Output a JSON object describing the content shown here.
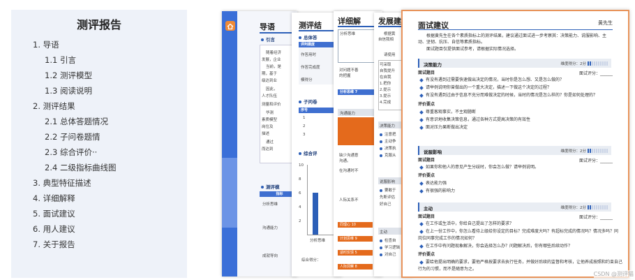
{
  "toc": {
    "title": "测评报告",
    "items": [
      "1.  导语",
      "1.1 引言",
      "1.2 测评模型",
      "1.3 阅读说明",
      "2.  测评结果",
      "2.1  总体答题情况",
      "2.2  子问卷题情",
      "2.3    综合评价··",
      "2.4    二级指标曲线图",
      "3.  典型特征描述",
      "4.  详细解释",
      "5.  面试建议",
      "6.  用人建议",
      "7.  关于报告"
    ]
  },
  "thumbs": {
    "p1": {
      "heading": "导语",
      "sub1": "引言",
      "lines": [
        "随着经济",
        "发展，企业",
        "当前，是",
        "期，基于",
        "级达到业",
        "因此，",
        "人才队伍",
        "测量和评价",
        "华测",
        "素质模型",
        "岗位及",
        "描述",
        "通过",
        "而达到"
      ],
      "sub2": "测评模",
      "th": "指标",
      "rows": [
        "分析思维",
        "沟通能力",
        "成就导向"
      ]
    },
    "p2": {
      "heading": "测评结",
      "sub1": "总体答",
      "band": "评判模度",
      "rows": [
        "作答用时",
        "作答完成度",
        "模得分"
      ],
      "sub2": "子问卷",
      "th": "序号",
      "nums": [
        "1",
        "2",
        "3"
      ],
      "sub3": "综合评",
      "axis": [
        "10",
        "8",
        "6",
        "4",
        "2"
      ],
      "xlabel": "分析思维",
      "score": "综合得分："
    },
    "p3": {
      "heading": "详细解",
      "hdr": "分析思维",
      "t1": "沟通能力",
      "labels": [
        "分析思维 7",
        "同理心 10",
        "计划思维 9",
        "适时反馈 5",
        "人际洞察 8"
      ],
      "notes": [
        "对问题不善",
        "的把握",
        "缺少沟通意",
        "沟通。",
        "在沟通时不",
        "人际关系不"
      ]
    },
    "p4": {
      "heading": "发展建",
      "lines": [
        "根据黄",
        "自信我相",
        "请使用"
      ],
      "items": [
        "可采取",
        "自我提升",
        "在自我",
        "1.把你",
        "2.提示",
        "3.提示",
        "4.完成"
      ],
      "sub1": "决策能力",
      "bul": [
        "注意把",
        "主动争",
        "决策执",
        "克服从"
      ],
      "sub2": "说服影响",
      "bul2": [
        "要敢于",
        "先断评估",
        "好自己"
      ],
      "sub3": "主动",
      "bul3": [
        "检查自",
        "学习逻辑",
        "对自己"
      ]
    }
  },
  "front": {
    "title": "面试建议",
    "owner": "黄先生",
    "intro": [
      "根据黄先生在各个素质指标上的测评结果，建议通过面试进一步考察其：决策能力、说服影响、主",
      "动、坚韧、抗压、自信等素质指标。",
      "面试题目仅提供面试参考，请根据实际情况选择。"
    ],
    "score_label": "维度得分：2分",
    "rating_label": "面试评分：______",
    "q_label": "面试题目",
    "eval_label": "评价要点",
    "sections": [
      {
        "name": "决策能力",
        "questions": [
          "有没有遇到过需要快速做出决定的情况，当时你是怎么想、又是怎么做的？",
          "请举例说明你曾做出的一个重大决定，描述一下做这个决定的过程？",
          "有没有遇到过由于信息不充分而难做决定的时候，当时的情况是怎么样的？你是如何处理的？"
        ],
        "points": [
          "尊重客观事实，不主观臆断",
          "有意识地收集决策信息，通过各种方式提高决策的有效性",
          "面对压力果断做出决定"
        ]
      },
      {
        "name": "说服影响",
        "questions": [
          "如果你和他人的意见产生分歧时，你会怎么做？请举例说明。"
        ],
        "points": [
          "表达能力强",
          "有很强的影响力"
        ]
      },
      {
        "name": "主动",
        "questions": [
          "在工作或生活中，你给自己提出了怎样的要求？",
          "在上一份工作中，你怎么看待上级给你设定的目标？完成难度大吗？有超标完成的情况吗？情况多吗？同",
          "岗位同事完成工作的情况如何？",
          "在工作中有问题现象解决，你会选择怎么办？问题解决后，你有哪些后续动作？"
        ],
        "points": [
          "要给他提出明确的要求，要他严格按要求去执行任务，并做好后续的监督和考核，让他养成按照和约束自己",
          "行为的习惯，而不是随意为之。"
        ]
      }
    ]
  },
  "watermark": "CSDN @测评猫",
  "colors": {
    "accent": "#2c5fb8",
    "orange": "#e46a1c",
    "toc_bg": "#eef2f9"
  }
}
